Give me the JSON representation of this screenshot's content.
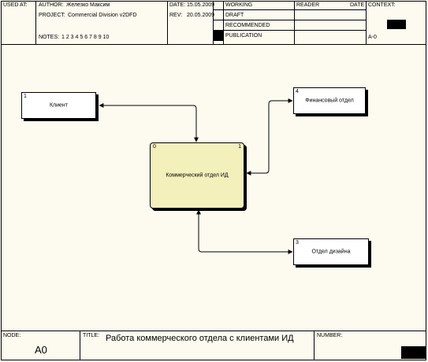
{
  "header": {
    "used_at_label": "USED AT:",
    "author_label": "AUTHOR:",
    "author_value": "Железко Максим",
    "project_label": "PROJECT:",
    "project_value": "Commercial Division v2DFD",
    "date_label": "DATE:",
    "date_value": "15.05.2009",
    "rev_label": "REV:",
    "rev_value": "20.05.2009",
    "notes_label": "NOTES:",
    "notes_values": "1 2 3 4 5 6 7 8 9 10",
    "status": [
      "WORKING",
      "DRAFT",
      "RECOMMENDED",
      "PUBLICATION"
    ],
    "reader_label": "READER",
    "reader_date_label": "DATE",
    "context_label": "CONTEXT:",
    "context_node": "A-0"
  },
  "diagram": {
    "process": {
      "num_left": "0",
      "num_right": "1",
      "label": "Коммерческий отдел ИД"
    },
    "entities": [
      {
        "num": "1",
        "label": "Клиент"
      },
      {
        "num": "4",
        "label": "Финансовый отдел"
      },
      {
        "num": "3",
        "label": "Отдел дизайна"
      }
    ]
  },
  "footer": {
    "node_label": "NODE:",
    "node_value": "A0",
    "title_label": "TITLE:",
    "title_value": "Работа коммерческого отдела с клиентами ИД",
    "number_label": "NUMBER:"
  }
}
